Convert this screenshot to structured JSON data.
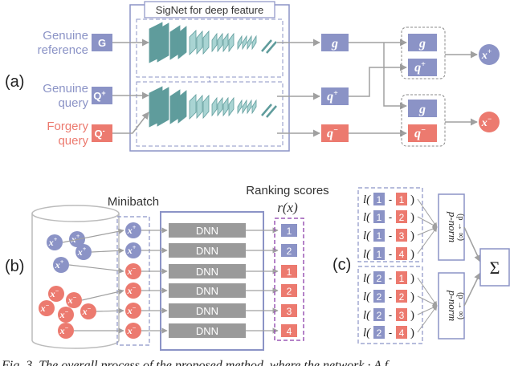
{
  "colors": {
    "blue": "#8b93c6",
    "blue_light": "#c7cbe6",
    "red": "#ec7a6f",
    "red_light": "#f6b7ae",
    "teal": "#5f9c9c",
    "teal_light": "#a9d4d3",
    "gray_box": "#9a9a9a",
    "purple": "#9b59b6",
    "arrow": "#a0a0a0",
    "label_dark": "#222222"
  },
  "part_a": {
    "label": "(a)",
    "signet_title": "SigNet for deep feature",
    "inputs": [
      {
        "line1": "Genuine",
        "line2": "reference",
        "box": "G",
        "color": "blue"
      },
      {
        "line1": "Genuine",
        "line2": "query",
        "box": "Q",
        "sup": "+",
        "color": "blue"
      },
      {
        "line1": "Forgery",
        "line2": "query",
        "box": "Q",
        "sup": "-",
        "color": "red"
      }
    ],
    "features": [
      {
        "base": "g",
        "sup": "",
        "color": "blue"
      },
      {
        "base": "q",
        "sup": "+",
        "color": "blue"
      },
      {
        "base": "q",
        "sup": "−",
        "color": "red"
      }
    ],
    "group_top": [
      {
        "base": "g",
        "sup": "",
        "color": "blue"
      },
      {
        "base": "q",
        "sup": "+",
        "color": "blue"
      }
    ],
    "group_bottom": [
      {
        "base": "g",
        "sup": "",
        "color": "blue"
      },
      {
        "base": "q",
        "sup": "−",
        "color": "red"
      }
    ],
    "outputs": [
      {
        "base": "x",
        "sup": "+",
        "color": "blue"
      },
      {
        "base": "x",
        "sup": "−",
        "color": "red"
      }
    ]
  },
  "part_b": {
    "label": "(b)",
    "minibatch_title": "Minibatch",
    "ranking_title": "Ranking scores",
    "ranking_fn": "r(x)",
    "cylinder_positives": [
      "x",
      "x",
      "x",
      "x"
    ],
    "cylinder_negatives": [
      "x",
      "x",
      "x",
      "x",
      "x",
      "x"
    ],
    "minibatch": [
      {
        "base": "x",
        "sup": "+",
        "color": "blue"
      },
      {
        "base": "x",
        "sup": "+",
        "color": "blue"
      },
      {
        "base": "x",
        "sup": "−",
        "color": "red"
      },
      {
        "base": "x",
        "sup": "−",
        "color": "red"
      },
      {
        "base": "x",
        "sup": "−",
        "color": "red"
      },
      {
        "base": "x",
        "sup": "−",
        "color": "red"
      }
    ],
    "dnn_label": "DNN",
    "scores": [
      {
        "text": "1",
        "color": "blue"
      },
      {
        "text": "2",
        "color": "blue"
      },
      {
        "text": "1",
        "color": "red"
      },
      {
        "text": "2",
        "color": "red"
      },
      {
        "text": "3",
        "color": "red"
      },
      {
        "text": "4",
        "color": "red"
      }
    ]
  },
  "part_c": {
    "label": "(c)",
    "loss_prefix": "l(",
    "loss_suffix": ")",
    "dash": "-",
    "pairs": [
      {
        "left": "1",
        "right": "1"
      },
      {
        "left": "1",
        "right": "2"
      },
      {
        "left": "1",
        "right": "3"
      },
      {
        "left": "1",
        "right": "4"
      },
      {
        "left": "2",
        "right": "1"
      },
      {
        "left": "2",
        "right": "2"
      },
      {
        "left": "2",
        "right": "3"
      },
      {
        "left": "2",
        "right": "4"
      }
    ],
    "pnorm_label": "p-norm",
    "pnorm_sub": "(p → ∞)",
    "sum_symbol": "Σ"
  },
  "caption": "Fig. 3. The overall process of the proposed method, where the network · A f"
}
